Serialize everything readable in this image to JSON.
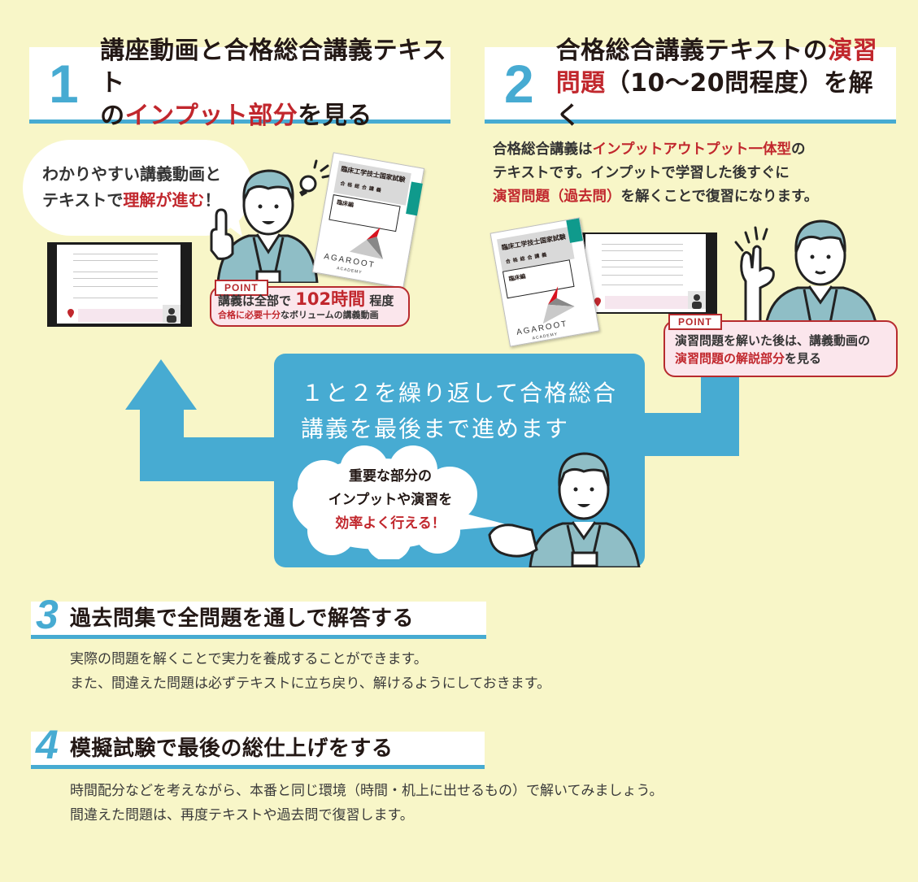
{
  "colors": {
    "background": "#f8f6c8",
    "accent_blue": "#47abd2",
    "accent_red": "#c1272d",
    "point_bg": "#fbe6ec",
    "book_teal": "#0f9a8c"
  },
  "step1": {
    "number": "1",
    "title_line1": "講座動画と合格総合講義テキスト",
    "title_line2_pre": "の",
    "title_line2_red": "インプット部分",
    "title_line2_post": "を見る",
    "bubble_line1": "わかりやすい講義動画と",
    "bubble_line2_pre": "テキストで",
    "bubble_line2_red": "理解が進む",
    "bubble_line2_post": "！",
    "point_tag": "POINT",
    "point_line1_pre": "講義は全部で",
    "point_line1_red": "102時間",
    "point_line1_post": "程度",
    "point_line2_red": "合格に必要十分",
    "point_line2_post": "なボリュームの講義動画",
    "book": {
      "exam": "臨床工学技士国家試験",
      "series": "合格総合講義",
      "volume": "臨床編",
      "brand": "AGAROOT",
      "brand_sub": "ACADEMY"
    },
    "icons": [
      "lightbulb-icon",
      "pointing-finger-icon"
    ]
  },
  "step2": {
    "number": "2",
    "title_line1_pre": "合格総合講義テキストの",
    "title_line1_red": "演習",
    "title_line2_red": "問題",
    "title_line2_post": "（10～20問程度）を解く",
    "desc_line1_pre": "合格総合講義は",
    "desc_line1_red": "インプットアウトプット一体型",
    "desc_line1_post": "の",
    "desc_line2": "テキストです。インプットで学習した後すぐに",
    "desc_line3_red": "演習問題（過去問）",
    "desc_line3_post": "を解くことで復習になります。",
    "point_tag": "POINT",
    "point_line1": "演習問題を解いた後は、講義動画の",
    "point_line2_red": "演習問題の解説部分",
    "point_line2_post": "を見る",
    "book": {
      "exam": "臨床工学技士国家試験",
      "series": "合格総合講義",
      "volume": "臨床編",
      "brand": "AGAROOT",
      "brand_sub": "ACADEMY"
    },
    "icons": [
      "ok-hand-icon",
      "sparkle-icon"
    ]
  },
  "loop": {
    "title_line1": "１と２を繰り返して合格総合",
    "title_line2": "講義を最後まで進めます",
    "cloud_line1": "重要な部分の",
    "cloud_line2": "インプットや演習を",
    "cloud_line3_red": "効率よく行える！"
  },
  "step3": {
    "number": "3",
    "title": "過去問集で全問題を通しで解答する",
    "line1": "実際の問題を解くことで実力を養成することができます。",
    "line2": "また、間違えた問題は必ずテキストに立ち戻り、解けるようにしておきます。"
  },
  "step4": {
    "number": "4",
    "title": "模擬試験で最後の総仕上げをする",
    "line1": "時間配分などを考えながら、本番と同じ環境（時間・机上に出せるもの）で解いてみましょう。",
    "line2": "間違えた問題は、再度テキストや過去問で復習します。"
  }
}
